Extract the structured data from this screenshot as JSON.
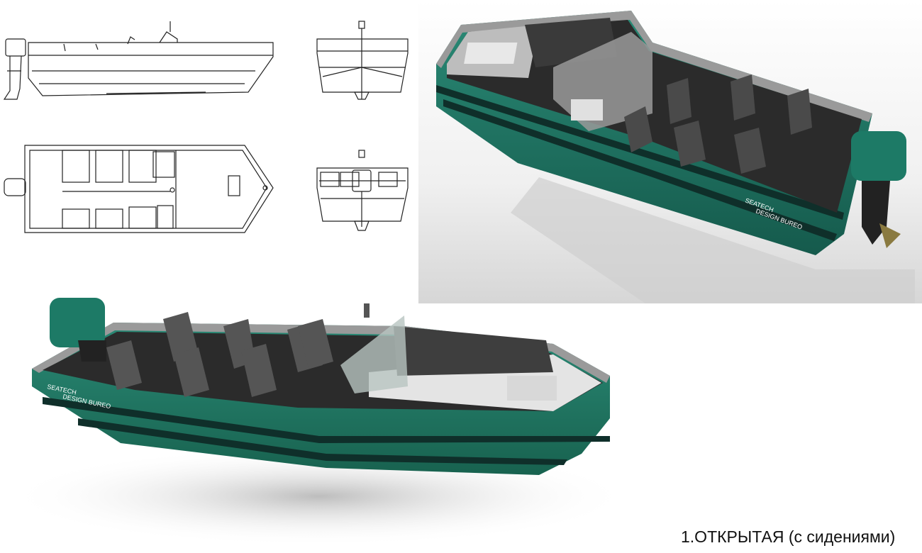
{
  "caption": "1.ОТКРЫТАЯ (с сидениями)",
  "hull_logo": {
    "line1": "SEATECH",
    "line2": "DESIGN BUREO"
  },
  "colors": {
    "hull_green": "#1f7a68",
    "hull_dark_stripe": "#0f2f2a",
    "interior_dark": "#2b2b2b",
    "seat_grey": "#4a4a4a",
    "deck_white": "#e9e9e9",
    "line_art": "#222222"
  }
}
